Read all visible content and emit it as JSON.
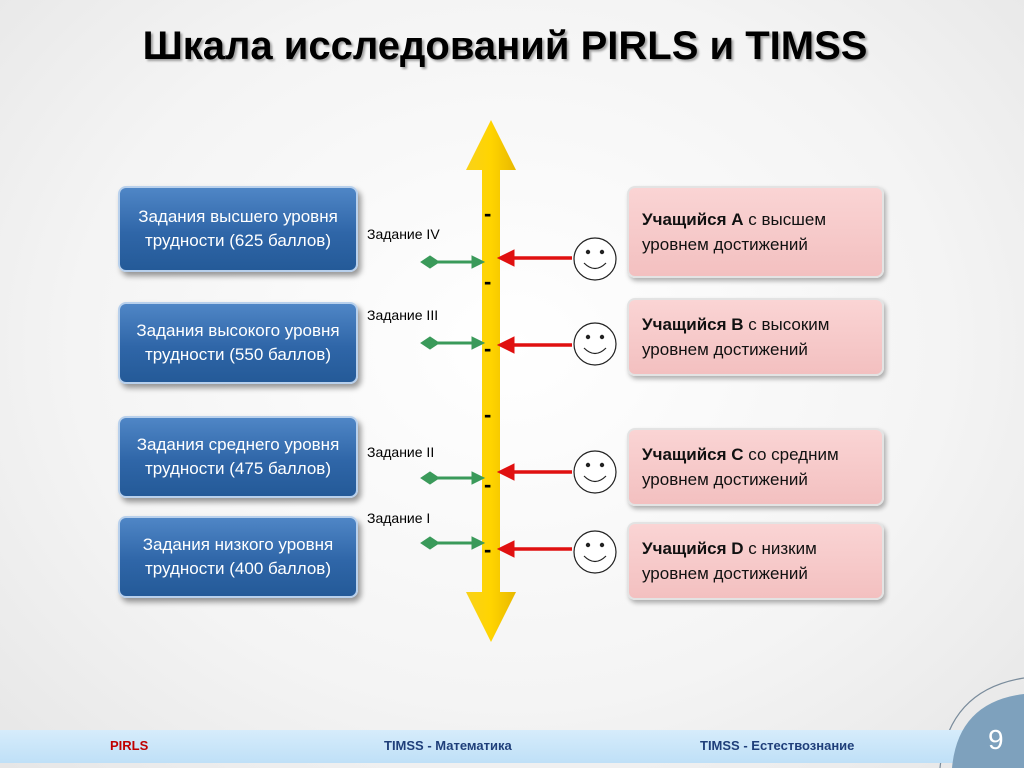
{
  "title": "Шкала исследований PIRLS и TIMSS",
  "tasks": [
    {
      "box": "Задания высшего уровня трудности (625 баллов)",
      "label": "Задание IV"
    },
    {
      "box": "Задания высокого уровня трудности (550 баллов)",
      "label": "Задание III"
    },
    {
      "box": "Задания среднего уровня трудности (475 баллов)",
      "label": "Задание II"
    },
    {
      "box": "Задания низкого уровня трудности (400 баллов)",
      "label": "Задание I"
    }
  ],
  "students": [
    {
      "name": "Учащийся А",
      "rest": " с высшем уровнем достижений"
    },
    {
      "name": "Учащийся В",
      "rest": " с высоким уровнем достижений"
    },
    {
      "name": "Учащийся С",
      "rest": " со средним уровнем достижений"
    },
    {
      "name": "Учащийся D",
      "rest": " с низким уровнем достижений"
    }
  ],
  "scale_marks": [
    "-",
    "-",
    "-",
    "-",
    "-",
    "-"
  ],
  "footer": {
    "pirls": "PIRLS",
    "timss_math": "TIMSS - Математика",
    "timss_science": "TIMSS - Естествознание",
    "page": "9"
  },
  "colors": {
    "axis": "#f5c400",
    "task_arrow": "#3a9a5a",
    "student_arrow": "#e01010",
    "pirls": "#c00000",
    "timss": "#1f3f7a"
  }
}
